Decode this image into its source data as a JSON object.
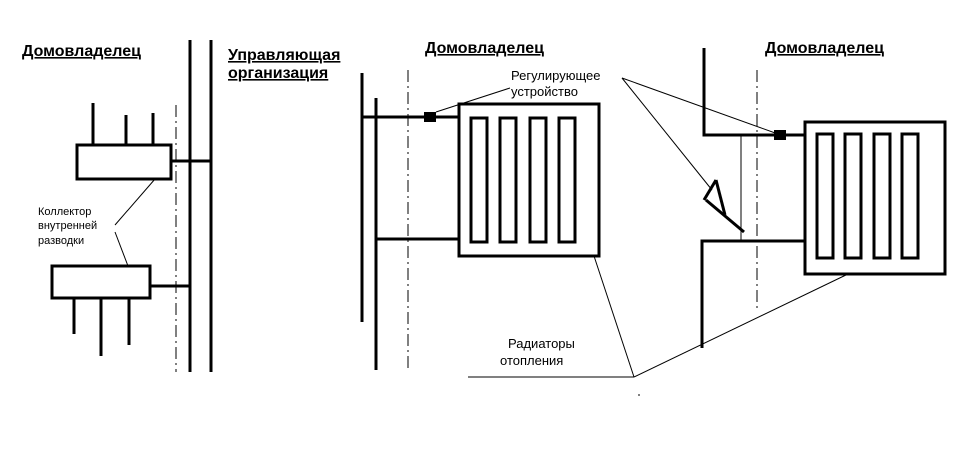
{
  "headings": {
    "owner_left": "Домовладелец",
    "mgmt_line1": "Управляющая",
    "mgmt_line2": "организация",
    "owner_middle": "Домовладелец",
    "owner_right": "Домовладелец"
  },
  "labels": {
    "collector_line1": "Коллектор",
    "collector_line2": "внутренней",
    "collector_line3": "разводки",
    "regulator_line1": "Регулирующее",
    "regulator_line2": "устройство",
    "radiators_line1": "Радиаторы",
    "radiators_line2": "отопления"
  }
}
